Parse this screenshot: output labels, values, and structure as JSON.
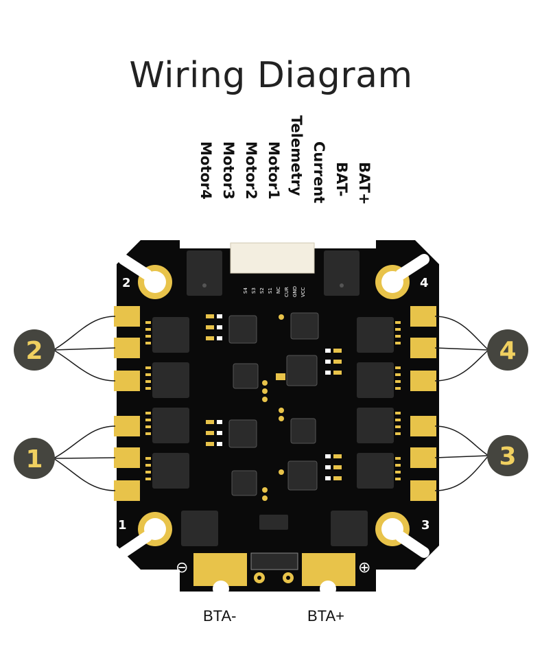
{
  "title": "Wiring Diagram",
  "top_labels": [
    "Motor4",
    "Motor3",
    "Motor2",
    "Motor1",
    "Telemetry",
    "Current",
    "BAT-",
    "BAT+"
  ],
  "connector_pins": [
    "S4",
    "S3",
    "S2",
    "S1",
    "NC",
    "CUR",
    "GND",
    "VCC"
  ],
  "corner_numbers": {
    "tl": "2",
    "tr": "4",
    "bl": "1",
    "br": "3"
  },
  "motor_groups": {
    "left_top": "2",
    "left_bottom": "1",
    "right_top": "4",
    "right_bottom": "3"
  },
  "pad_symbols": {
    "minus": "⊖",
    "plus": "⊕"
  },
  "bottom_labels": {
    "minus": "BTA-",
    "plus": "BTA+"
  },
  "colors": {
    "board": "#0a0a0a",
    "gold": "#e8c34a",
    "chip": "#2b2b2b",
    "badge": "#45453f",
    "badge_text": "#f0d060",
    "wire": "#1a1a1a"
  }
}
